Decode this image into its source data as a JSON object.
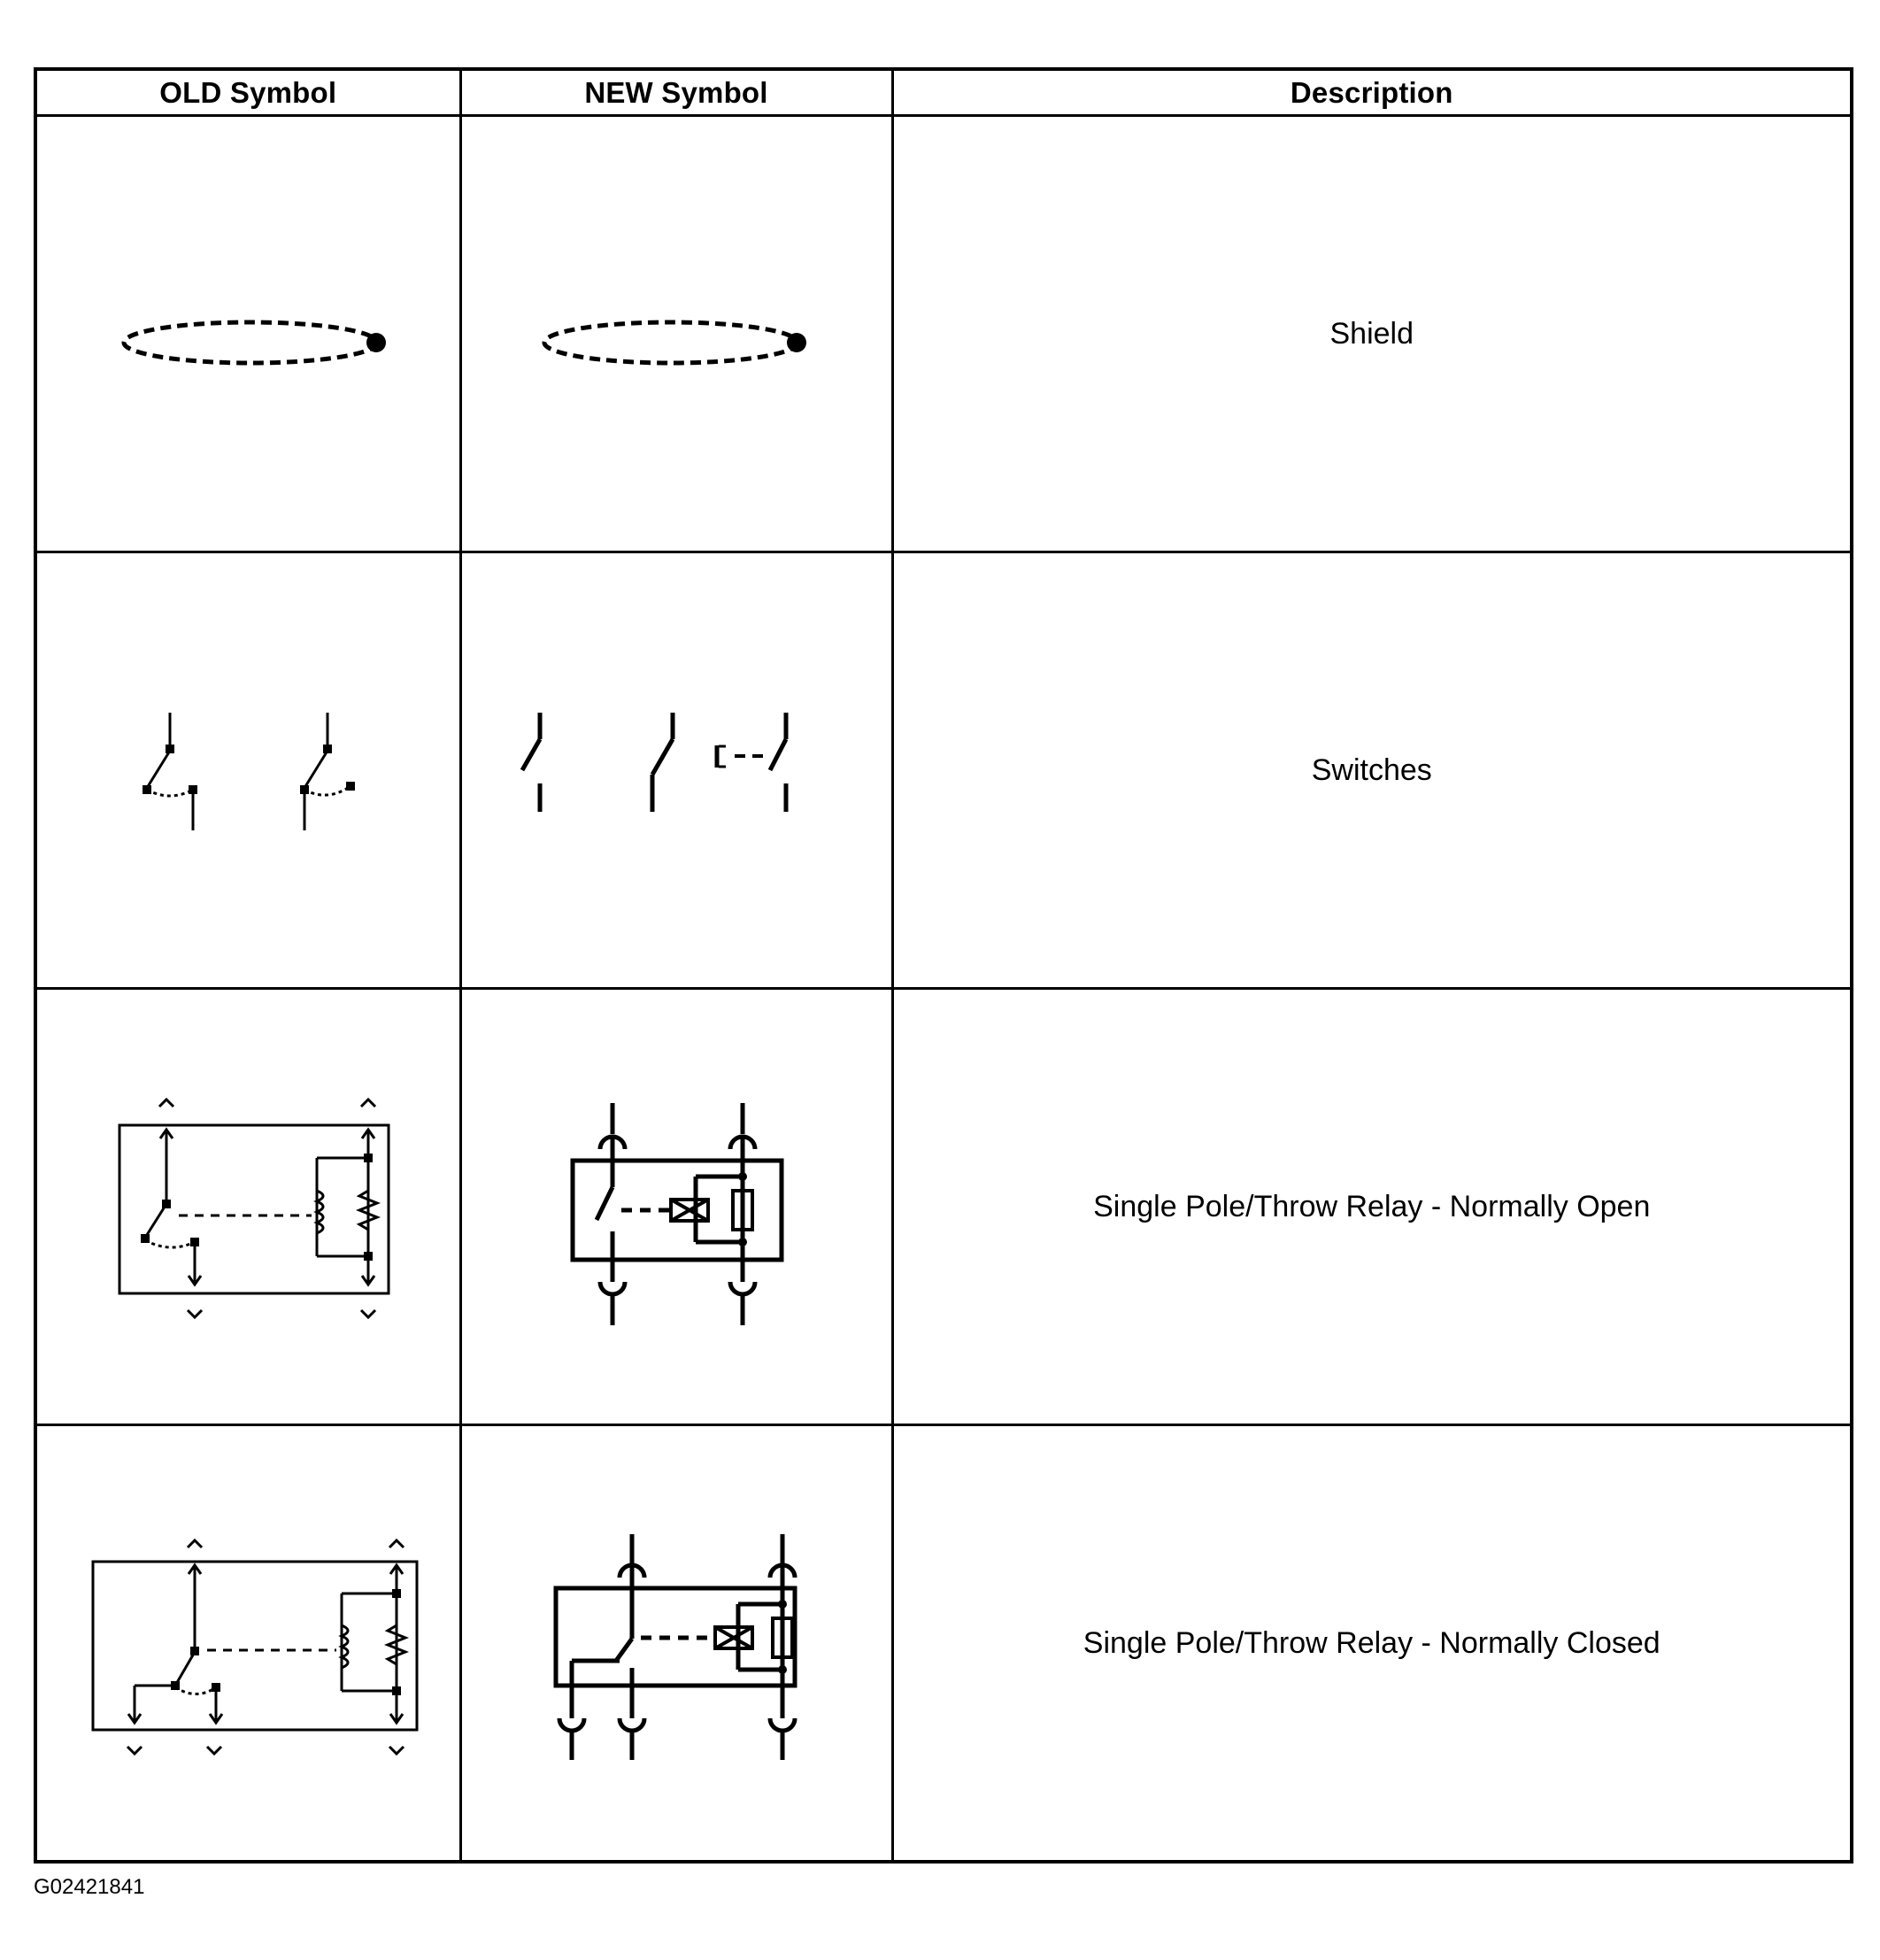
{
  "table": {
    "headers": {
      "old": "OLD Symbol",
      "new": "NEW Symbol",
      "description": "Description"
    },
    "rows": [
      {
        "description": "Shield",
        "old_icon": "shield-old-icon",
        "new_icon": "shield-new-icon"
      },
      {
        "description": "Switches",
        "old_icon": "switches-old-icon",
        "new_icon": "switches-new-icon"
      },
      {
        "description": "Single Pole/Throw Relay - Normally Open",
        "old_icon": "relay-no-old-icon",
        "new_icon": "relay-no-new-icon"
      },
      {
        "description": "Single Pole/Throw Relay - Normally Closed",
        "old_icon": "relay-nc-old-icon",
        "new_icon": "relay-nc-new-icon"
      }
    ]
  },
  "figure_id": "G02421841"
}
